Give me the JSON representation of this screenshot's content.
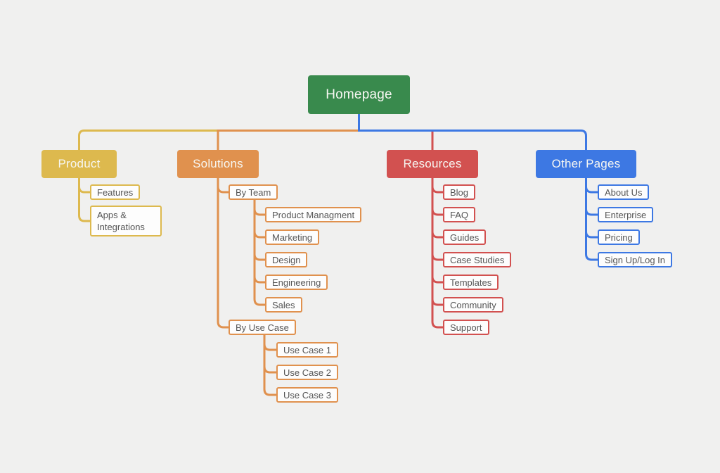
{
  "diagram": {
    "background": "#f0f0ef",
    "child_box": {
      "background": "#fdfdfd",
      "text_color": "#555555"
    },
    "root": {
      "label": "Homepage",
      "color": "#398a4d"
    },
    "branches": [
      {
        "label": "Product",
        "color": "#ddb94e",
        "children": [
          {
            "label": "Features"
          },
          {
            "label": "Apps & Integrations"
          }
        ]
      },
      {
        "label": "Solutions",
        "color": "#e0914e",
        "children": [
          {
            "label": "By Team",
            "children": [
              {
                "label": "Product Managment"
              },
              {
                "label": "Marketing"
              },
              {
                "label": "Design"
              },
              {
                "label": "Engineering"
              },
              {
                "label": "Sales"
              }
            ]
          },
          {
            "label": "By Use Case",
            "children": [
              {
                "label": "Use Case 1"
              },
              {
                "label": "Use Case 2"
              },
              {
                "label": "Use Case 3"
              }
            ]
          }
        ]
      },
      {
        "label": "Resources",
        "color": "#d25150",
        "children": [
          {
            "label": "Blog"
          },
          {
            "label": "FAQ"
          },
          {
            "label": "Guides"
          },
          {
            "label": "Case Studies"
          },
          {
            "label": "Templates"
          },
          {
            "label": "Community"
          },
          {
            "label": "Support"
          }
        ]
      },
      {
        "label": "Other Pages",
        "color": "#3d78e3",
        "children": [
          {
            "label": "About Us"
          },
          {
            "label": "Enterprise"
          },
          {
            "label": "Pricing"
          },
          {
            "label": "Sign Up/Log In"
          }
        ]
      }
    ]
  }
}
